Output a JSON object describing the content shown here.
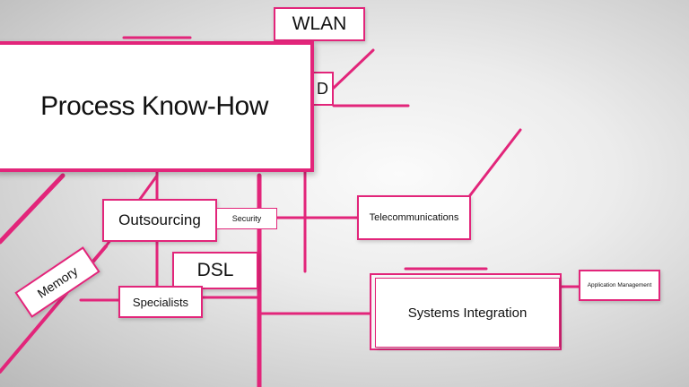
{
  "colors": {
    "accent": "#e2257a",
    "node_fill": "#ffffff",
    "text": "#111111"
  },
  "nodes": {
    "wlan": "WLAN",
    "process_know_how": "Process Know-How",
    "outsourcing": "Outsourcing",
    "security": "Security",
    "telecommunications": "Telecommunications",
    "dsl": "DSL",
    "memory": "Memory",
    "specialists": "Specialists",
    "systems_integration": "Systems Integration",
    "application_management": "Application Management",
    "partial_d": "D"
  }
}
